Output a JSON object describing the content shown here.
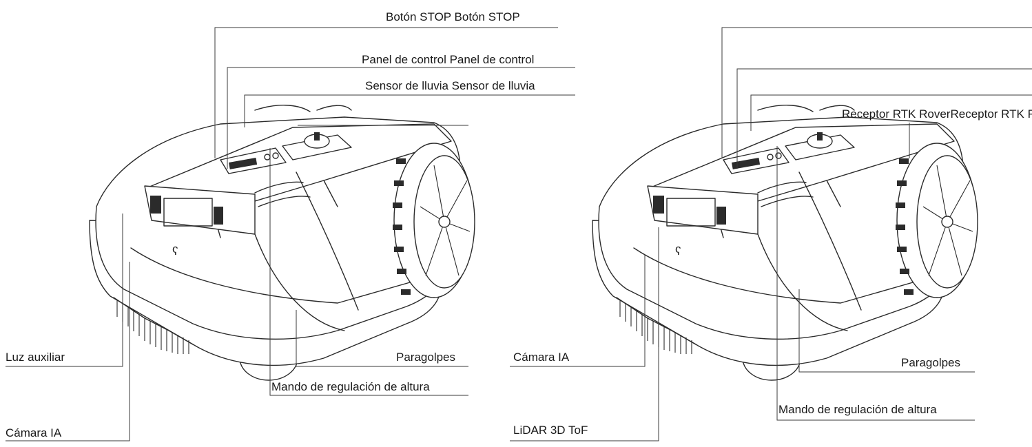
{
  "left_mower": {
    "labels": {
      "stop_button": "Botón STOP Botón STOP",
      "control_panel": "Panel de control Panel de control",
      "rain_sensor": "Sensor de lluvia Sensor de lluvia",
      "aux_light": "Luz auxiliar",
      "bumper": "Paragolpes",
      "height_knob": "Mando de regulación de altura",
      "ai_camera": "Cámara IA"
    }
  },
  "right_mower": {
    "labels": {
      "rtk_receiver": "Receptor RTK RoverReceptor RTK Rover",
      "ai_camera": "Cámara IA",
      "bumper": "Paragolpes",
      "height_knob": "Mando de regulación de altura",
      "lidar": "LiDAR 3D ToF"
    }
  },
  "icons": {
    "mower_left": "robotic-lawn-mower-line-drawing",
    "mower_right": "robotic-lawn-mower-lidar-line-drawing"
  }
}
